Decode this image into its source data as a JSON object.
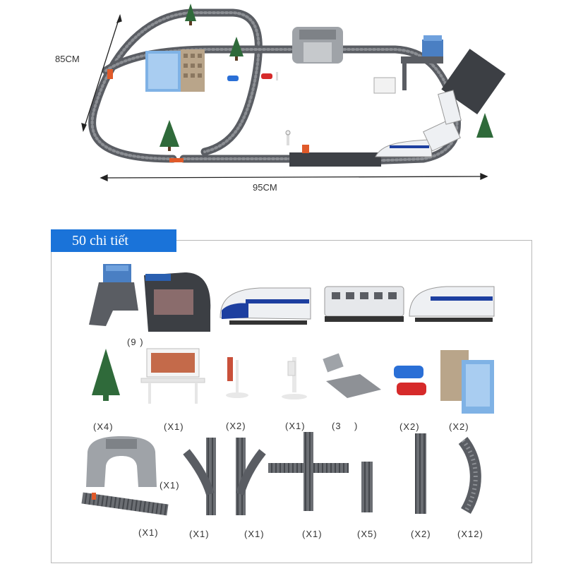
{
  "dimensions": {
    "height_label": "85CM",
    "width_label": "95CM"
  },
  "parts_title": "50 chi tiết",
  "quantities": {
    "station": "(9",
    "station_suffix": ")",
    "tree": "(X4)",
    "billboard": "(X1)",
    "signal_red": "(X2)",
    "signal_white": "(X1)",
    "ramp": "(3",
    "ramp_suffix": ")",
    "cars": "(X2)",
    "buildings": "(X2)",
    "tunnel": "(X1)",
    "crossing_track": "(X1)",
    "switch_left": "(X1)",
    "switch_right": "(X1)",
    "cross_track": "(X1)",
    "short_track": "(X5)",
    "straight_track": "(X2)",
    "curve_track": "(X12)"
  },
  "colors": {
    "accent": "#1a73d9",
    "track": "#5a5d63",
    "train_blue": "#1d3fa0",
    "tree": "#2f6a3a"
  }
}
